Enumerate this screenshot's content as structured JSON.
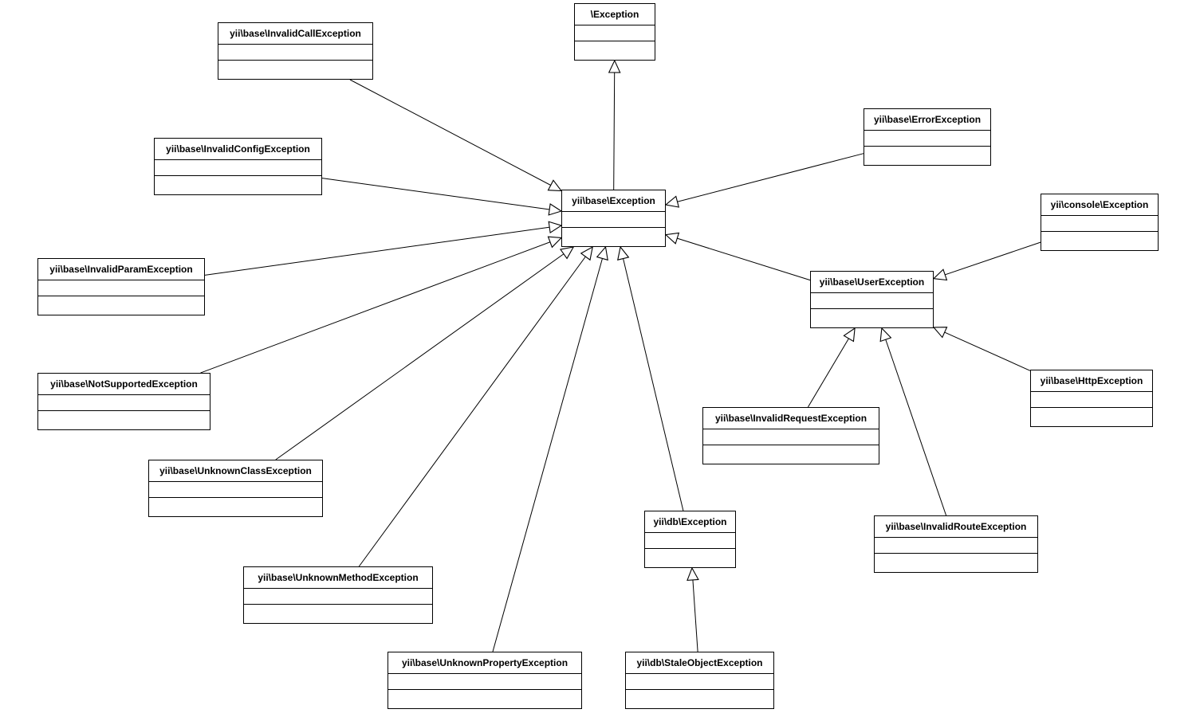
{
  "diagram": {
    "type": "uml-class-diagram",
    "subject": "Yii framework exception class hierarchy",
    "classes": {
      "exception": {
        "label": "\\Exception"
      },
      "baseException": {
        "label": "yii\\base\\Exception"
      },
      "invalidCallException": {
        "label": "yii\\base\\InvalidCallException"
      },
      "invalidConfigException": {
        "label": "yii\\base\\InvalidConfigException"
      },
      "invalidParamException": {
        "label": "yii\\base\\InvalidParamException"
      },
      "notSupportedException": {
        "label": "yii\\base\\NotSupportedException"
      },
      "unknownClassException": {
        "label": "yii\\base\\UnknownClassException"
      },
      "unknownMethodException": {
        "label": "yii\\base\\UnknownMethodException"
      },
      "unknownPropertyException": {
        "label": "yii\\base\\UnknownPropertyException"
      },
      "errorException": {
        "label": "yii\\base\\ErrorException"
      },
      "userException": {
        "label": "yii\\base\\UserException"
      },
      "httpException": {
        "label": "yii\\base\\HttpException"
      },
      "invalidRequestException": {
        "label": "yii\\base\\InvalidRequestException"
      },
      "invalidRouteException": {
        "label": "yii\\base\\InvalidRouteException"
      },
      "consoleException": {
        "label": "yii\\console\\Exception"
      },
      "dbException": {
        "label": "yii\\db\\Exception"
      },
      "staleObjectException": {
        "label": "yii\\db\\StaleObjectException"
      }
    },
    "edges": [
      {
        "from": "baseException",
        "to": "exception",
        "type": "generalization"
      },
      {
        "from": "invalidCallException",
        "to": "baseException",
        "type": "generalization"
      },
      {
        "from": "invalidConfigException",
        "to": "baseException",
        "type": "generalization"
      },
      {
        "from": "invalidParamException",
        "to": "baseException",
        "type": "generalization"
      },
      {
        "from": "notSupportedException",
        "to": "baseException",
        "type": "generalization"
      },
      {
        "from": "unknownClassException",
        "to": "baseException",
        "type": "generalization"
      },
      {
        "from": "unknownMethodException",
        "to": "baseException",
        "type": "generalization"
      },
      {
        "from": "unknownPropertyException",
        "to": "baseException",
        "type": "generalization"
      },
      {
        "from": "dbException",
        "to": "baseException",
        "type": "generalization"
      },
      {
        "from": "errorException",
        "to": "baseException",
        "type": "generalization"
      },
      {
        "from": "userException",
        "to": "baseException",
        "type": "generalization"
      },
      {
        "from": "consoleException",
        "to": "userException",
        "type": "generalization"
      },
      {
        "from": "httpException",
        "to": "userException",
        "type": "generalization"
      },
      {
        "from": "invalidRequestException",
        "to": "userException",
        "type": "generalization"
      },
      {
        "from": "invalidRouteException",
        "to": "userException",
        "type": "generalization"
      },
      {
        "from": "staleObjectException",
        "to": "dbException",
        "type": "generalization"
      }
    ]
  }
}
